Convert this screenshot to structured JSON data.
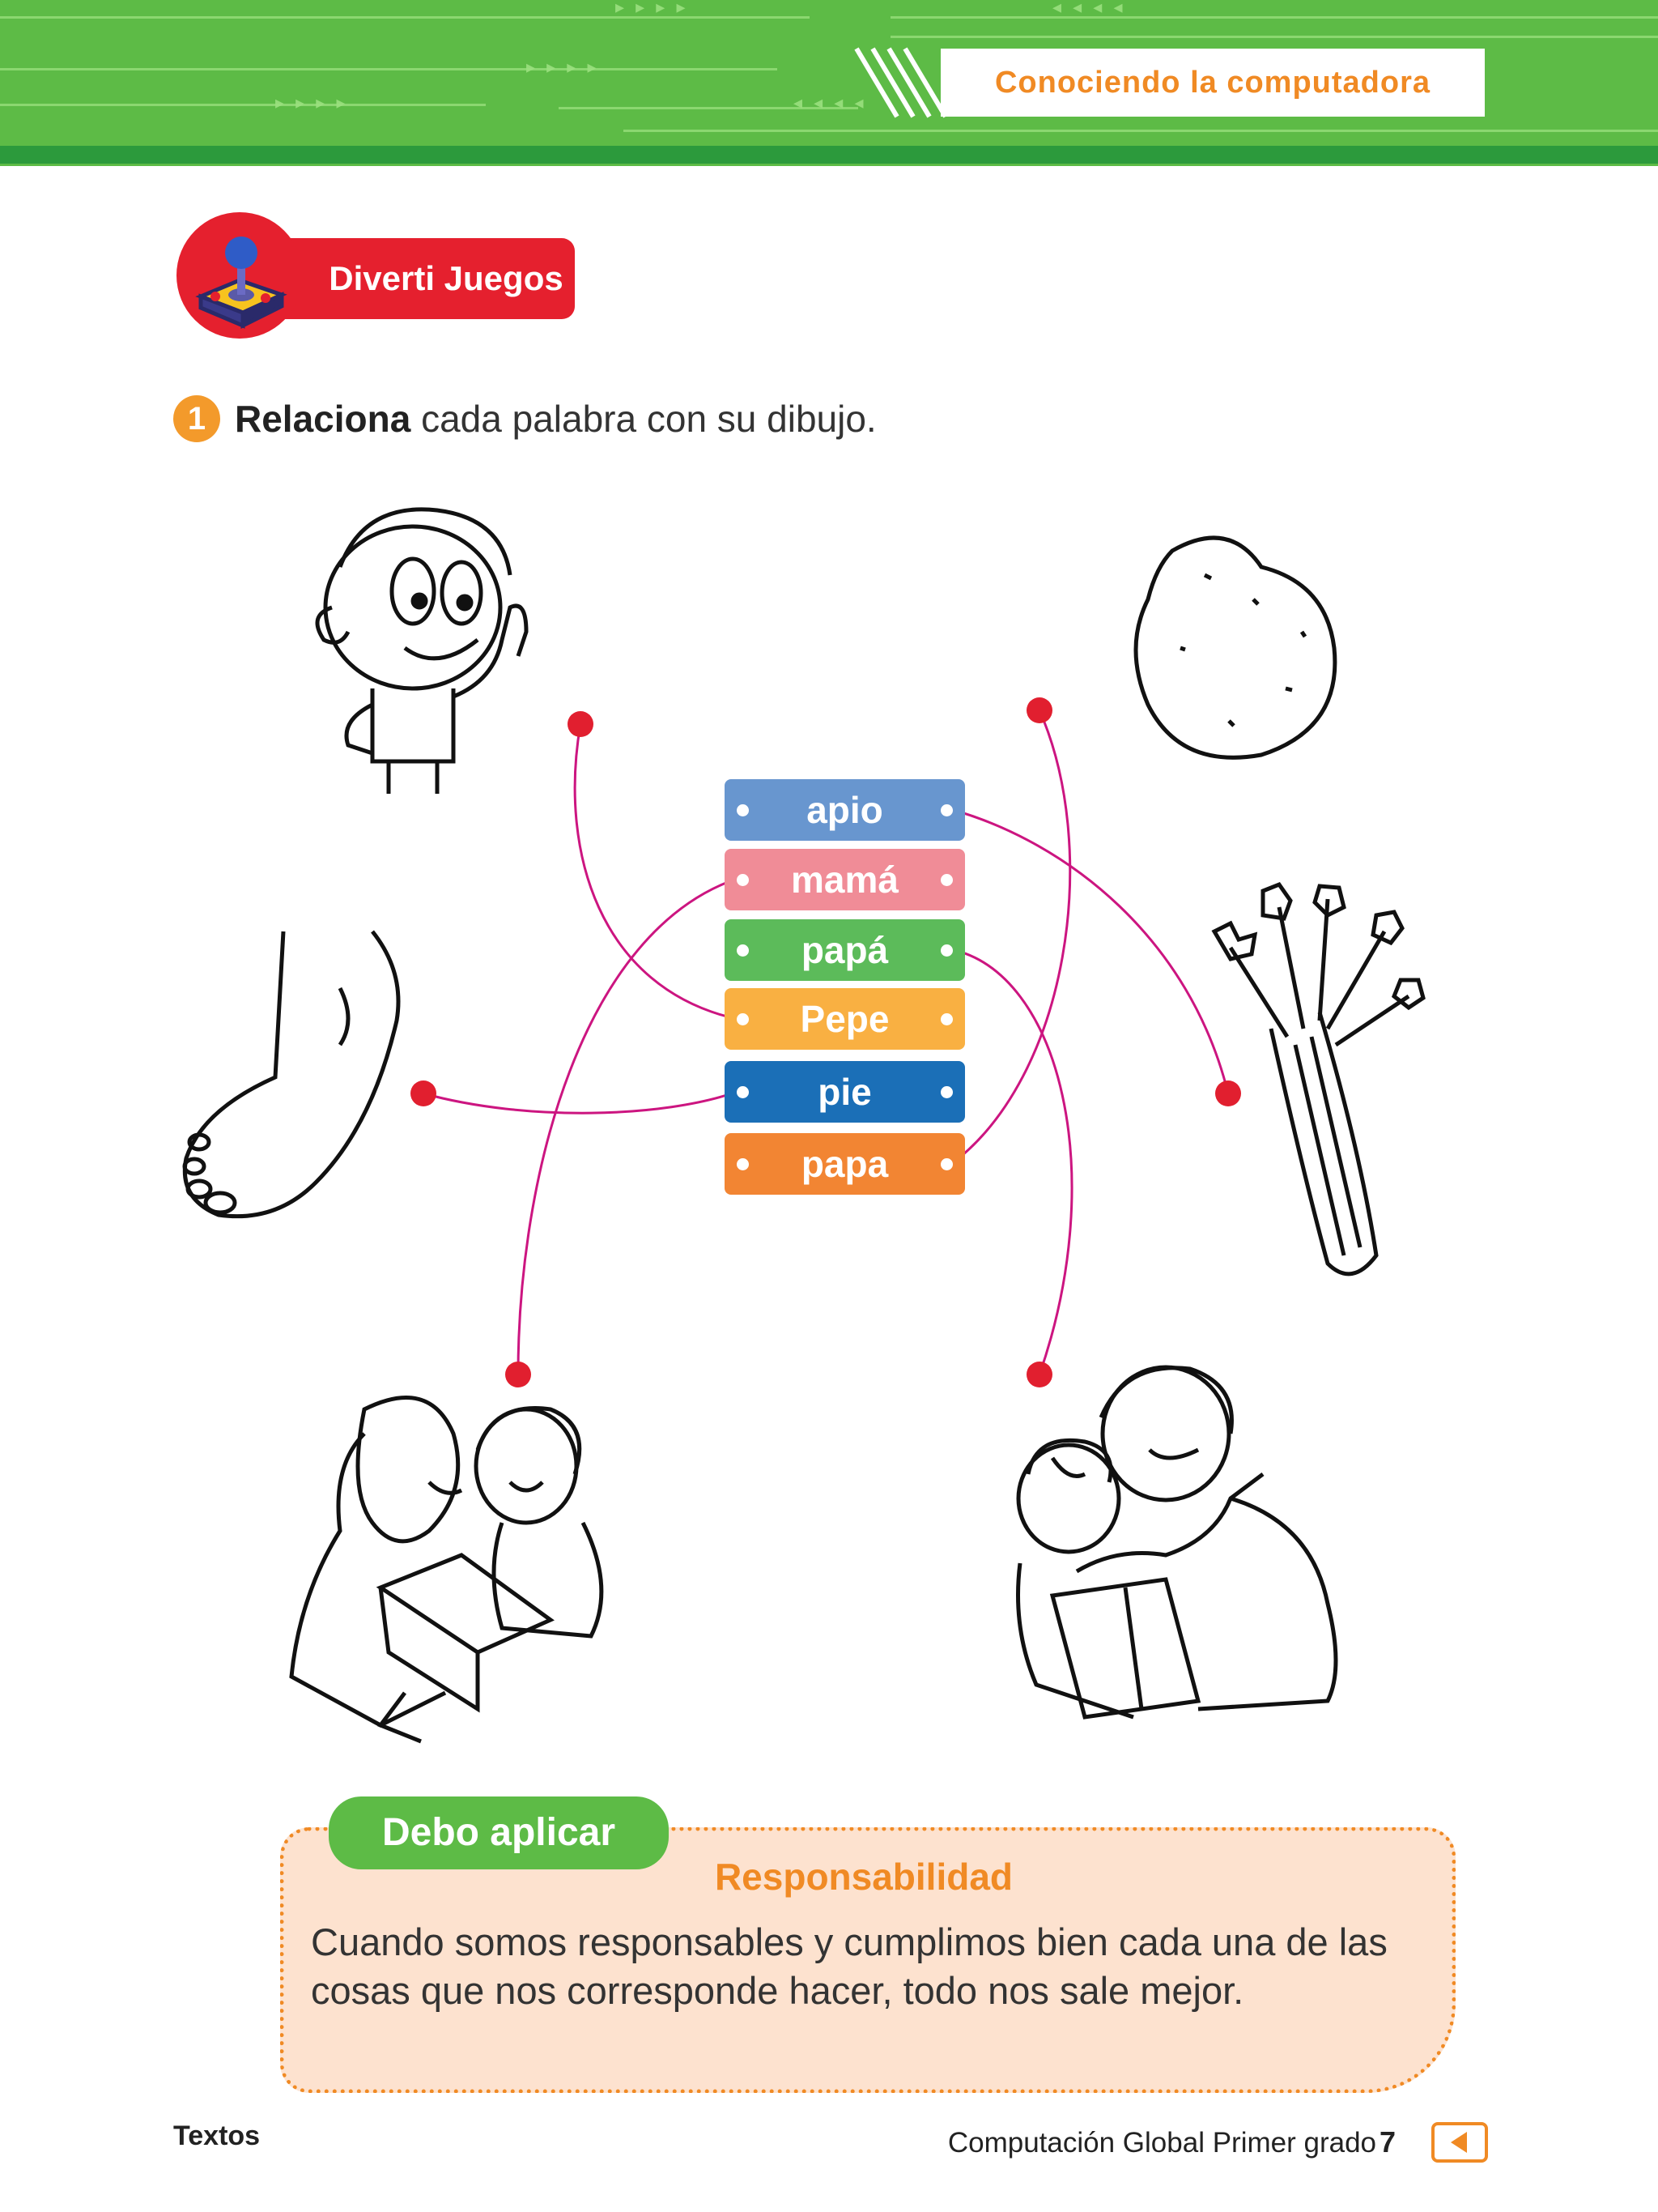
{
  "header": {
    "section_title": "Conociendo la computadora"
  },
  "badge": {
    "label": "Diverti Juegos",
    "icon": "joystick-icon"
  },
  "activity": {
    "number": "1",
    "instruction_bold": "Relaciona",
    "instruction_rest": " cada palabra con su dibujo."
  },
  "words": [
    {
      "label": "apio",
      "color": "#6896cf"
    },
    {
      "label": "mamá",
      "color": "#f08c97"
    },
    {
      "label": "papá",
      "color": "#5cbb5a"
    },
    {
      "label": "Pepe",
      "color": "#f9b042"
    },
    {
      "label": "pie",
      "color": "#1b6fb7"
    },
    {
      "label": "papa",
      "color": "#f28533"
    }
  ],
  "pictures": [
    "boy-pepe-drawing",
    "potato-drawing",
    "foot-drawing",
    "celery-drawing",
    "mother-daughter-drawing",
    "father-son-drawing"
  ],
  "connector_color": "#cc1580",
  "dot_color": "#e11f2f",
  "value_box": {
    "tab_label": "Debo aplicar",
    "title": "Responsabilidad",
    "text": "Cuando somos responsables y cumplimos bien cada una de las cosas que nos corresponde hacer, todo nos sale mejor."
  },
  "footer": {
    "left": "Textos",
    "right": "Computación Global Primer grado",
    "page": "7"
  }
}
